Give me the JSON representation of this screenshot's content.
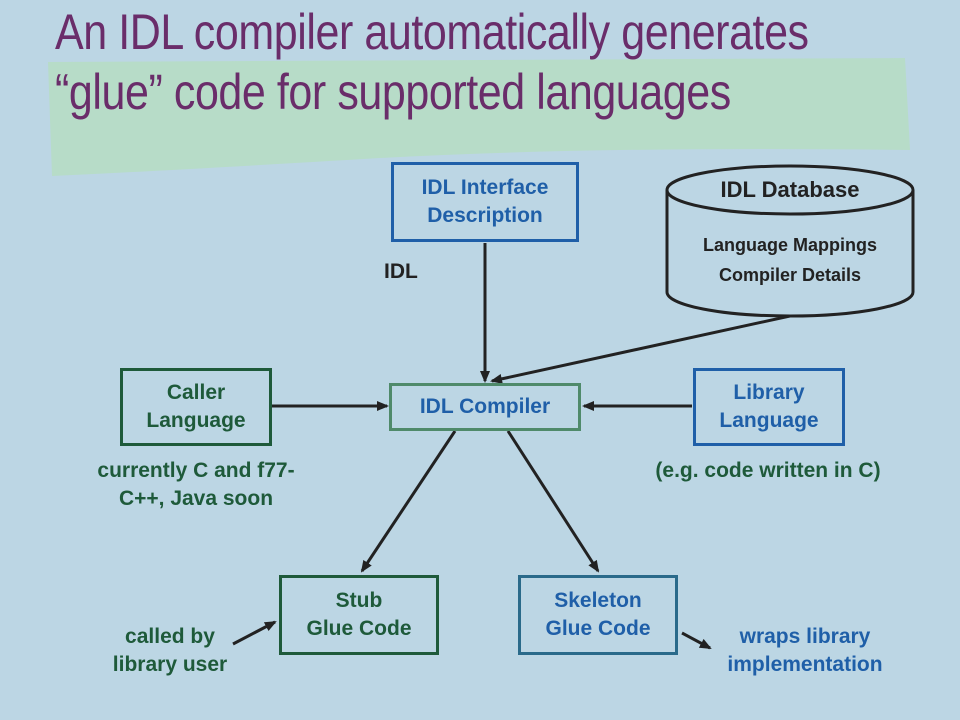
{
  "title": {
    "line1": "An IDL compiler automatically generates",
    "line2": "“glue” code for supported languages"
  },
  "colors": {
    "background": "#bcd6e4",
    "title_band": "#b7dcc8",
    "title_text": "#6a2d6a",
    "box_blue": "#1f5fa8",
    "box_darkgreen": "#1e5a3a",
    "arrow": "#222222"
  },
  "nodes": {
    "interface": {
      "line1": "IDL Interface",
      "line2": "Description"
    },
    "database": {
      "title": "IDL Database",
      "line1": "Language Mappings",
      "line2": "Compiler Details"
    },
    "compiler": {
      "label": "IDL Compiler"
    },
    "caller": {
      "line1": "Caller",
      "line2": "Language"
    },
    "library": {
      "line1": "Library",
      "line2": "Language"
    },
    "stub": {
      "line1": "Stub",
      "line2": "Glue Code"
    },
    "skeleton": {
      "line1": "Skeleton",
      "line2": "Glue Code"
    }
  },
  "labels": {
    "idl": "IDL",
    "caller_note_line1": "currently C and f77-",
    "caller_note_line2": "C++, Java soon",
    "library_note": "(e.g. code written in C)",
    "stub_note_line1": "called by",
    "stub_note_line2": "library user",
    "skeleton_note_line1": "wraps library",
    "skeleton_note_line2": "implementation"
  }
}
